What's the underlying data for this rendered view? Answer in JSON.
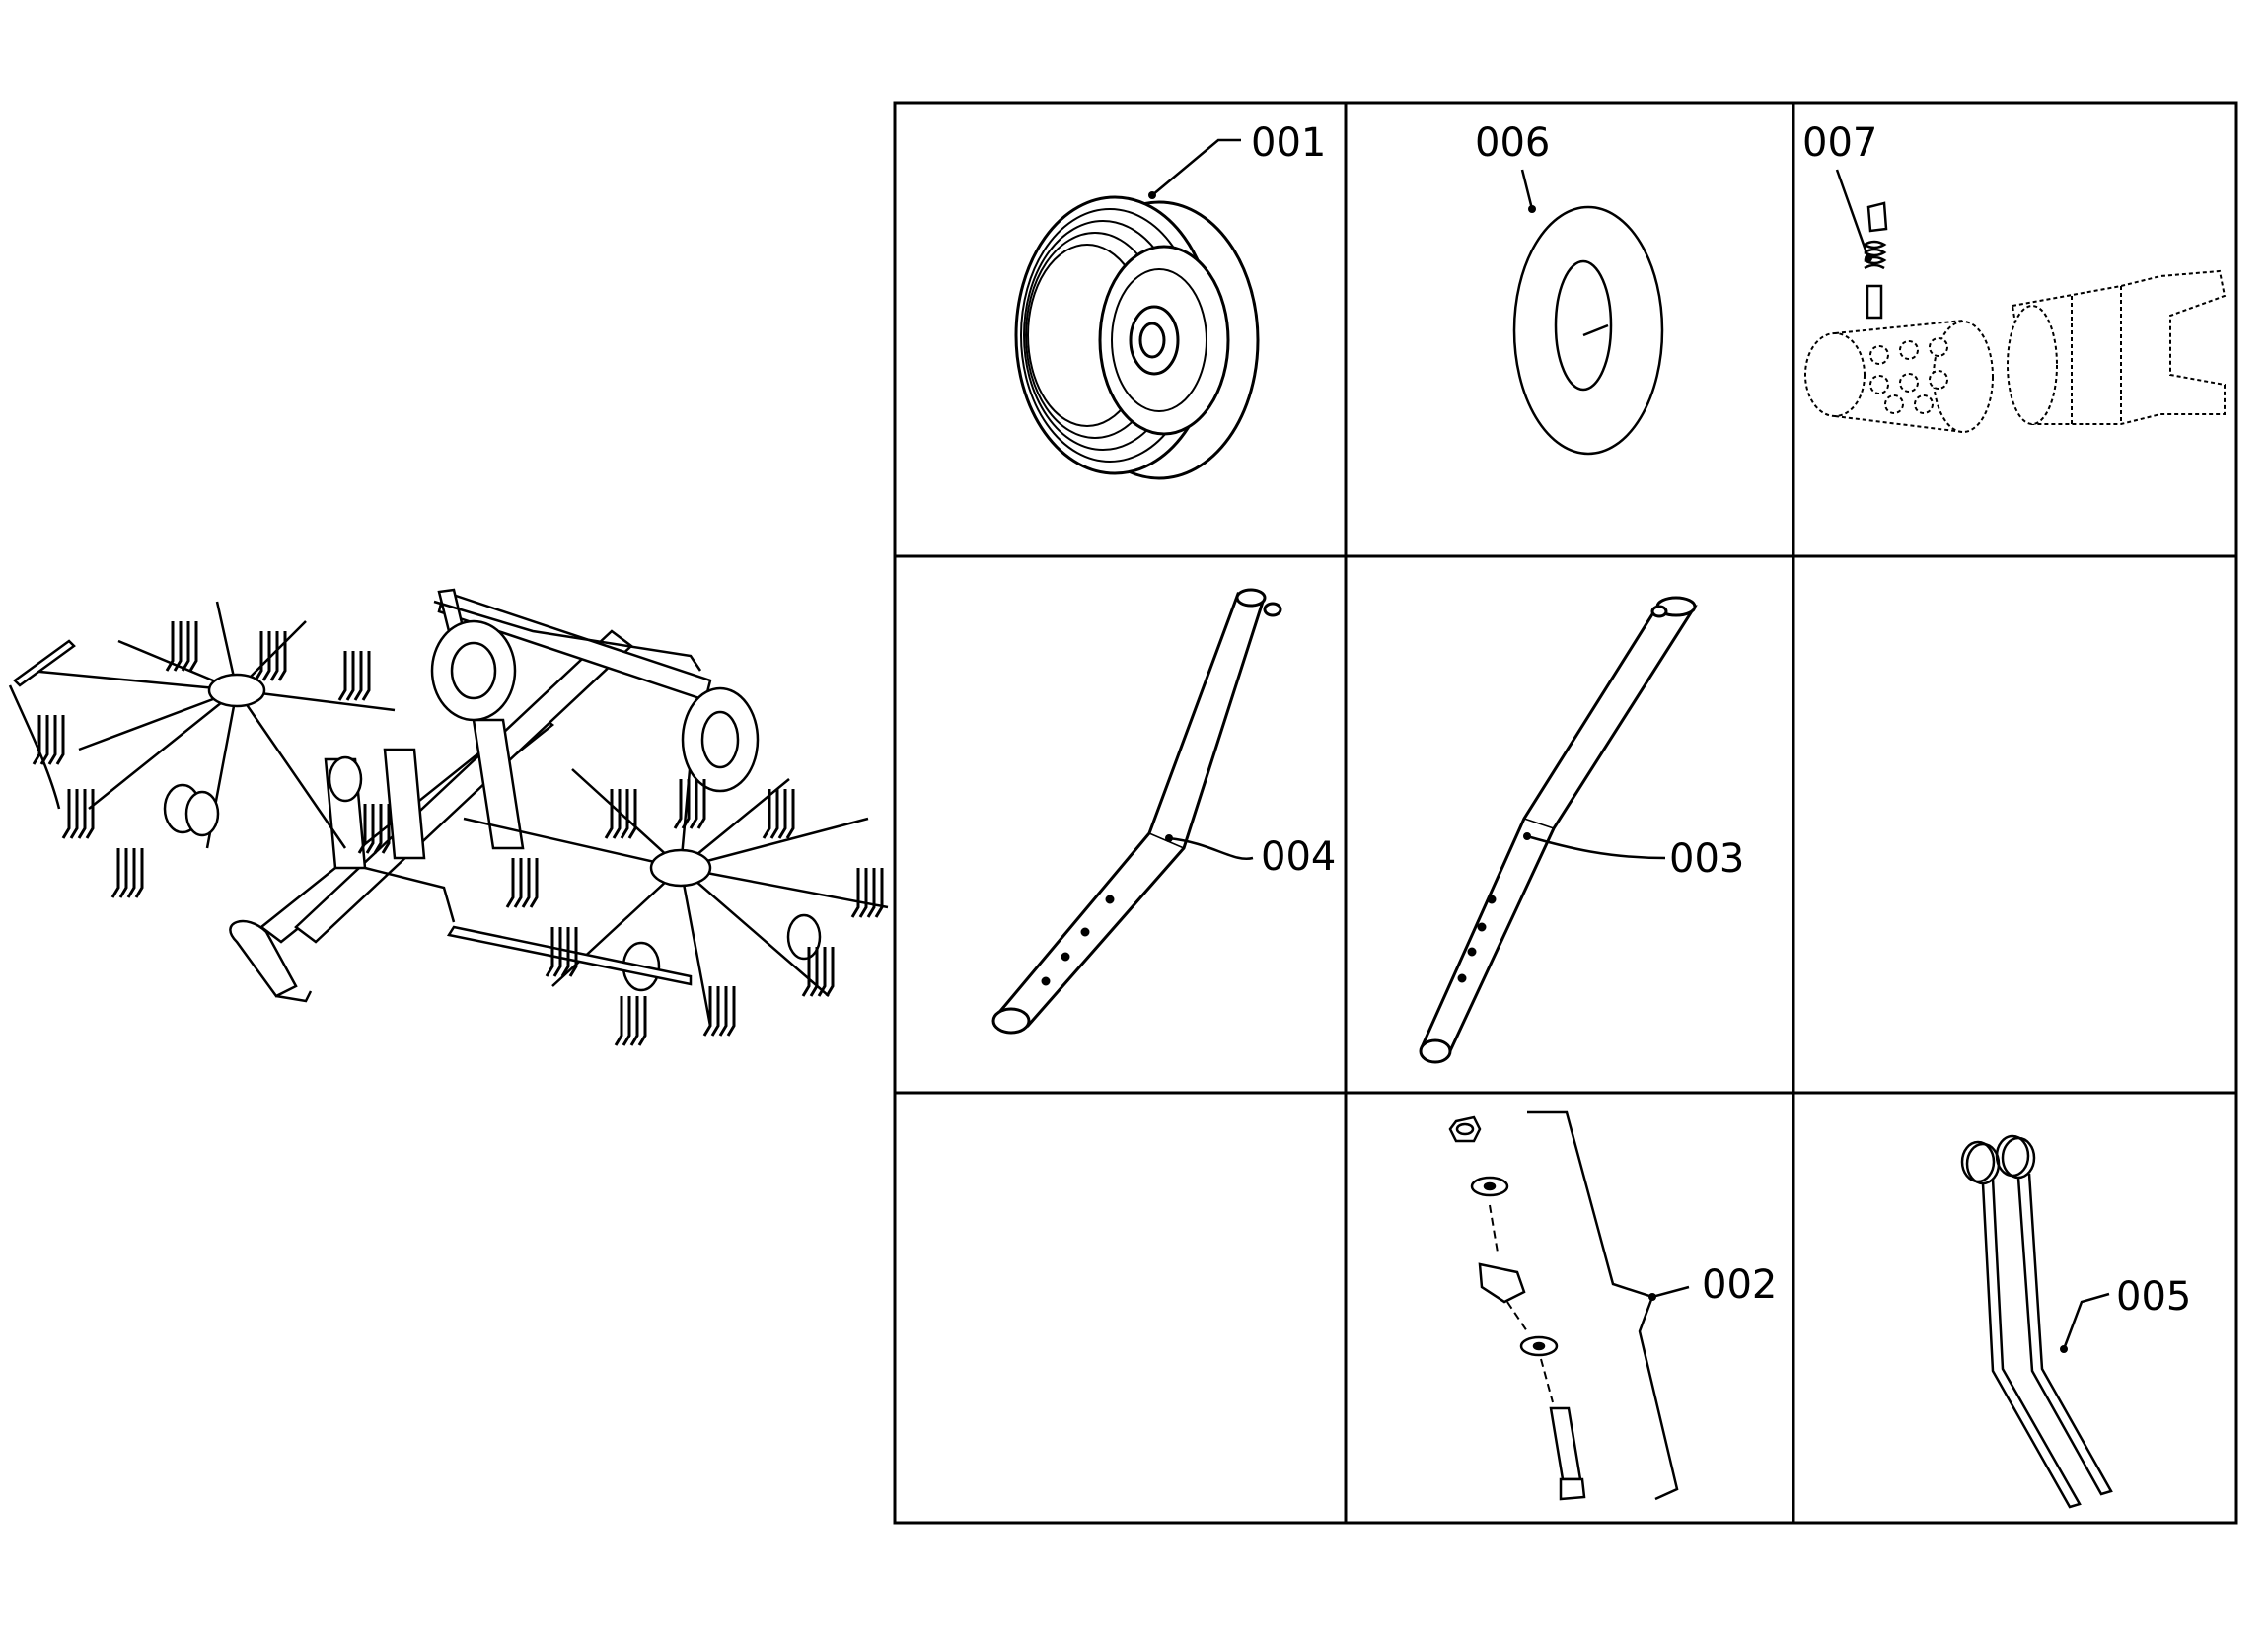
{
  "parts": [
    {
      "id": "part-001",
      "label": "001",
      "description_icon": "wheel-icon"
    },
    {
      "id": "part-006",
      "label": "006",
      "description_icon": "inner-tube-icon"
    },
    {
      "id": "part-007",
      "label": "007",
      "description_icon": "pto-shaft-icon"
    },
    {
      "id": "part-004",
      "label": "004",
      "description_icon": "tine-arm-left-icon"
    },
    {
      "id": "part-003",
      "label": "003",
      "description_icon": "tine-arm-right-icon"
    },
    {
      "id": "part-002",
      "label": "002",
      "description_icon": "bolt-kit-icon"
    },
    {
      "id": "part-005",
      "label": "005",
      "description_icon": "spring-tine-icon"
    }
  ],
  "overview_icon": "twin-rotor-rake-icon"
}
